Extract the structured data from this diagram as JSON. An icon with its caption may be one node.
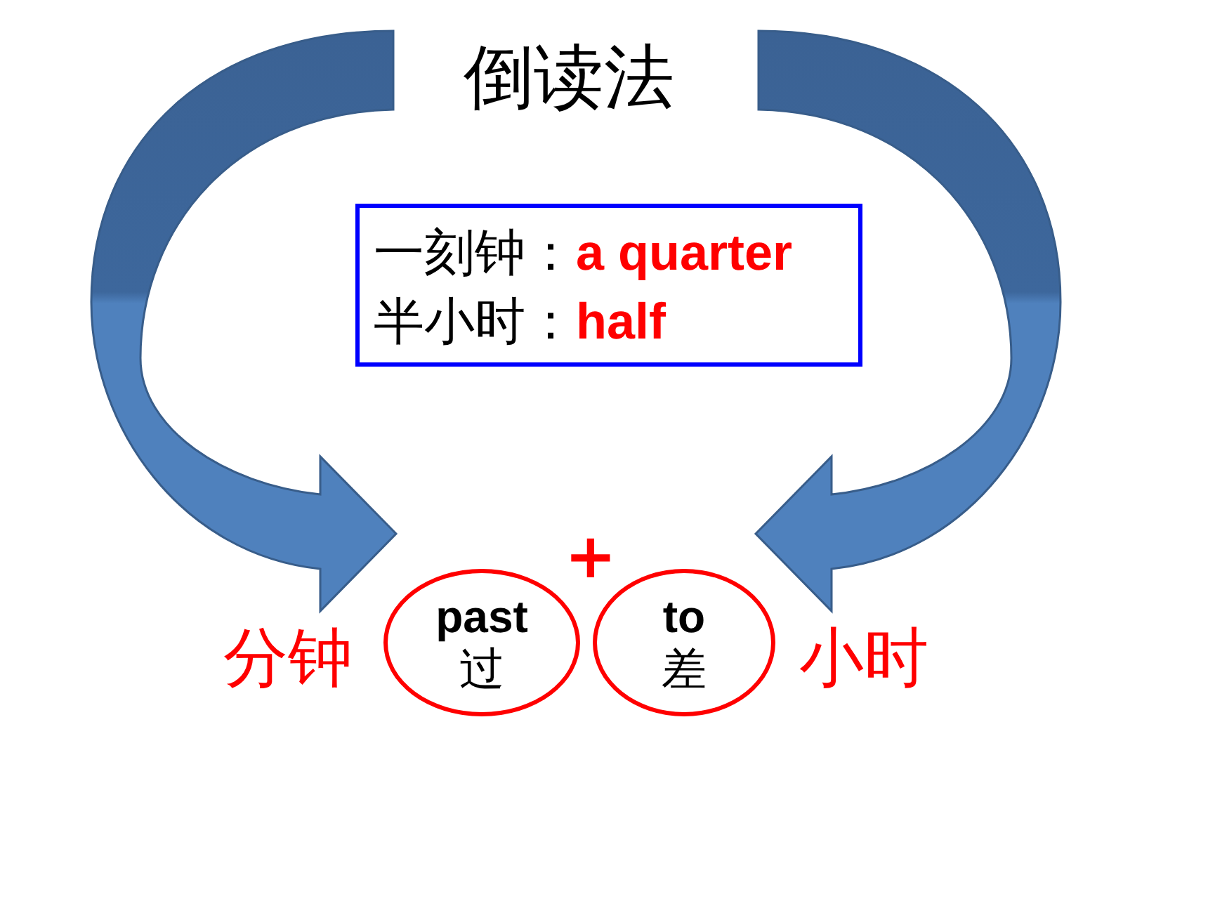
{
  "diagram": {
    "title": "倒读法",
    "nodes": [
      {
        "text": [
          "分钟"
        ]
      },
      {
        "text": [
          "past",
          "过"
        ]
      },
      {
        "text": [
          "to",
          "差"
        ]
      },
      {
        "text": [
          "小时"
        ]
      },
      {
        "text": [
          "一刻钟：**a quarter**",
          "半小时：**half**"
        ]
      }
    ],
    "edges": [
      {
        "from": null,
        "to": 1,
        "arrow": "to"
      },
      {
        "from": null,
        "to": 2,
        "arrow": "to"
      }
    ],
    "labels": [
      "+"
    ]
  }
}
